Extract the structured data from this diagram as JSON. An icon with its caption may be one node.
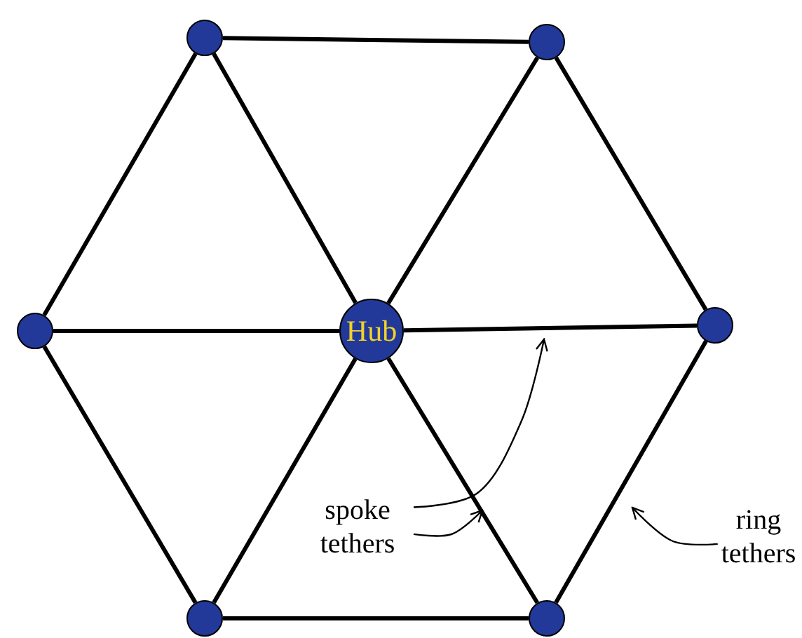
{
  "diagram": {
    "nodes": [
      {
        "text": [],
        "shape": "circle"
      },
      {
        "text": [],
        "shape": "circle"
      },
      {
        "text": [],
        "shape": "circle"
      },
      {
        "text": [
          "Hub"
        ]
      },
      {
        "text": [],
        "shape": "circle"
      },
      {
        "text": [
          "spoke tethers"
        ]
      },
      {
        "text": [
          "ring tethers"
        ]
      },
      {
        "text": [],
        "shape": "circle"
      },
      {
        "text": [],
        "shape": "circle"
      }
    ],
    "edges": [
      {
        "from": 0,
        "to": 1,
        "arrow": "none"
      },
      {
        "from": 1,
        "to": 4,
        "arrow": "none"
      },
      {
        "from": 4,
        "to": 8,
        "arrow": "none"
      },
      {
        "from": 8,
        "to": 7,
        "arrow": "none"
      },
      {
        "from": 7,
        "to": 2,
        "arrow": "none"
      },
      {
        "from": 2,
        "to": 0,
        "arrow": "none"
      },
      {
        "from": 3,
        "to": 0,
        "arrow": "none"
      },
      {
        "from": 3,
        "to": 1,
        "arrow": "none"
      },
      {
        "from": 3,
        "to": 2,
        "arrow": "none"
      },
      {
        "from": 3,
        "to": 4,
        "arrow": "none"
      },
      {
        "from": 3,
        "to": 7,
        "arrow": "none"
      },
      {
        "from": 3,
        "to": 8,
        "arrow": "none"
      },
      {
        "from": 5,
        "to": null,
        "arrow": "to"
      },
      {
        "from": 5,
        "to": null,
        "arrow": "to"
      },
      {
        "from": 6,
        "to": null,
        "arrow": "to"
      }
    ]
  }
}
